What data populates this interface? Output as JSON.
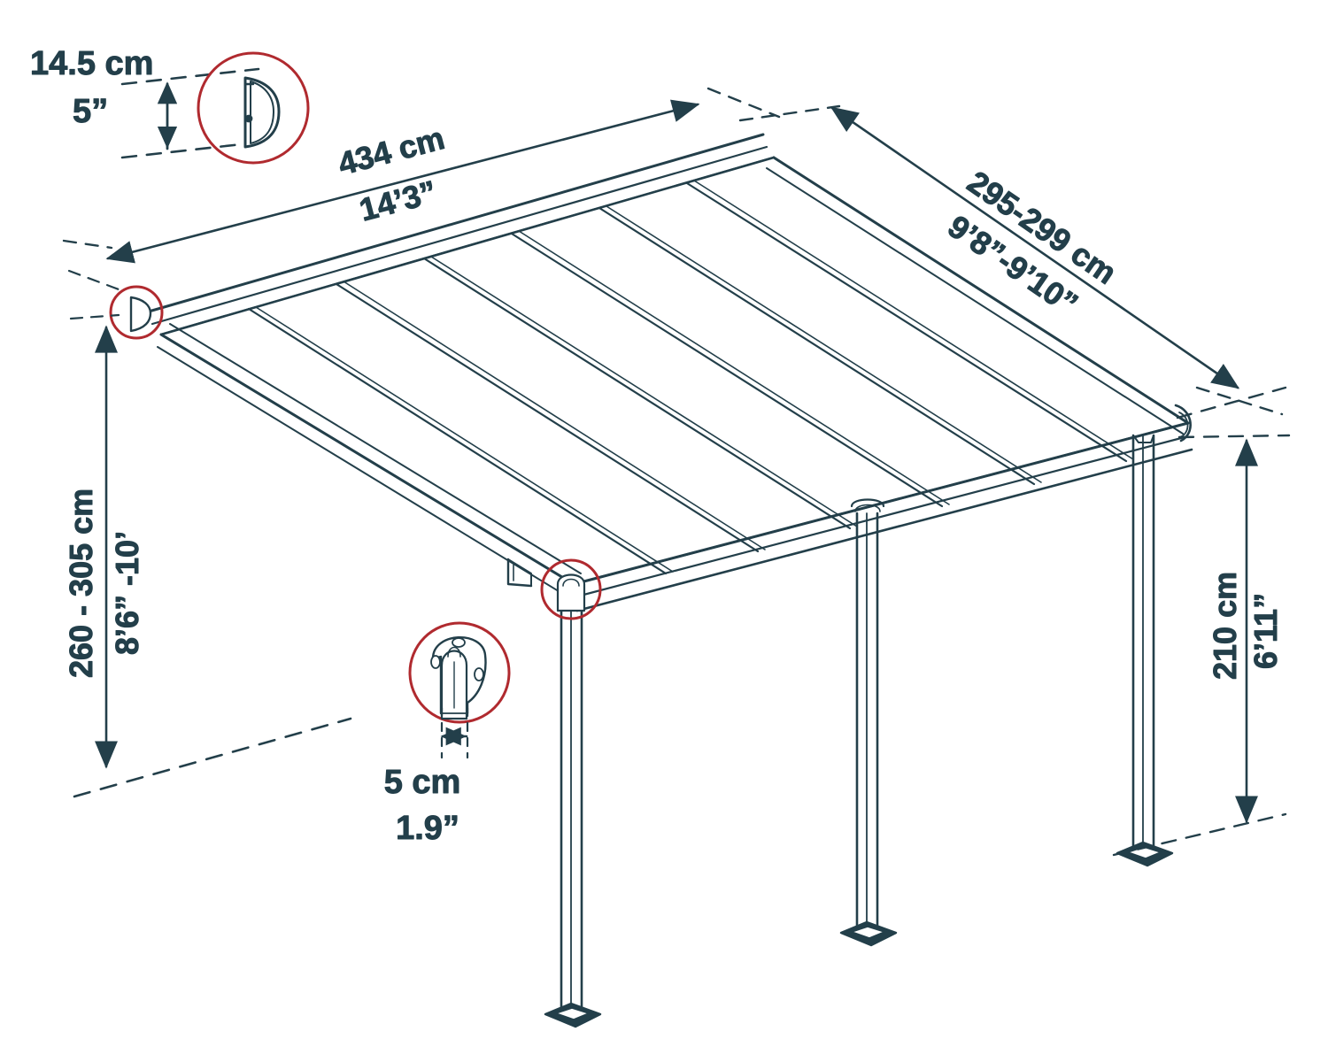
{
  "drawing": {
    "title": "Patio cover dimensional drawing",
    "type": "isometric-technical-line-drawing",
    "colors": {
      "line": "#233f4a",
      "line_light": "#3d5a66",
      "callout_circle": "#b02a2f",
      "background": "#ffffff"
    }
  },
  "dimensions": {
    "profile_height": {
      "metric": "14.5 cm",
      "imperial": "5”"
    },
    "width": {
      "metric": "434 cm",
      "imperial": "14’3”"
    },
    "depth": {
      "metric": "295-299 cm",
      "imperial": "9’8”-9’10”"
    },
    "back_height": {
      "metric": "260 - 305 cm",
      "imperial": "8’6” -10’"
    },
    "front_height": {
      "metric": "210 cm",
      "imperial": "6’11”"
    },
    "post_width": {
      "metric": "5 cm",
      "imperial": "1.9”"
    }
  },
  "callouts": [
    {
      "id": "gutter-profile-detail",
      "shape": "D-profile cross section"
    },
    {
      "id": "corner-endcap-detail",
      "shape": "D-profile end cap"
    },
    {
      "id": "post-beam-joint-detail",
      "shape": "post to beam connector"
    },
    {
      "id": "post-top-detail",
      "shape": "post top cap"
    }
  ],
  "structure": {
    "rafter_count": 6,
    "panel_count": 7,
    "post_count": 3,
    "post_base_plates": 3
  }
}
